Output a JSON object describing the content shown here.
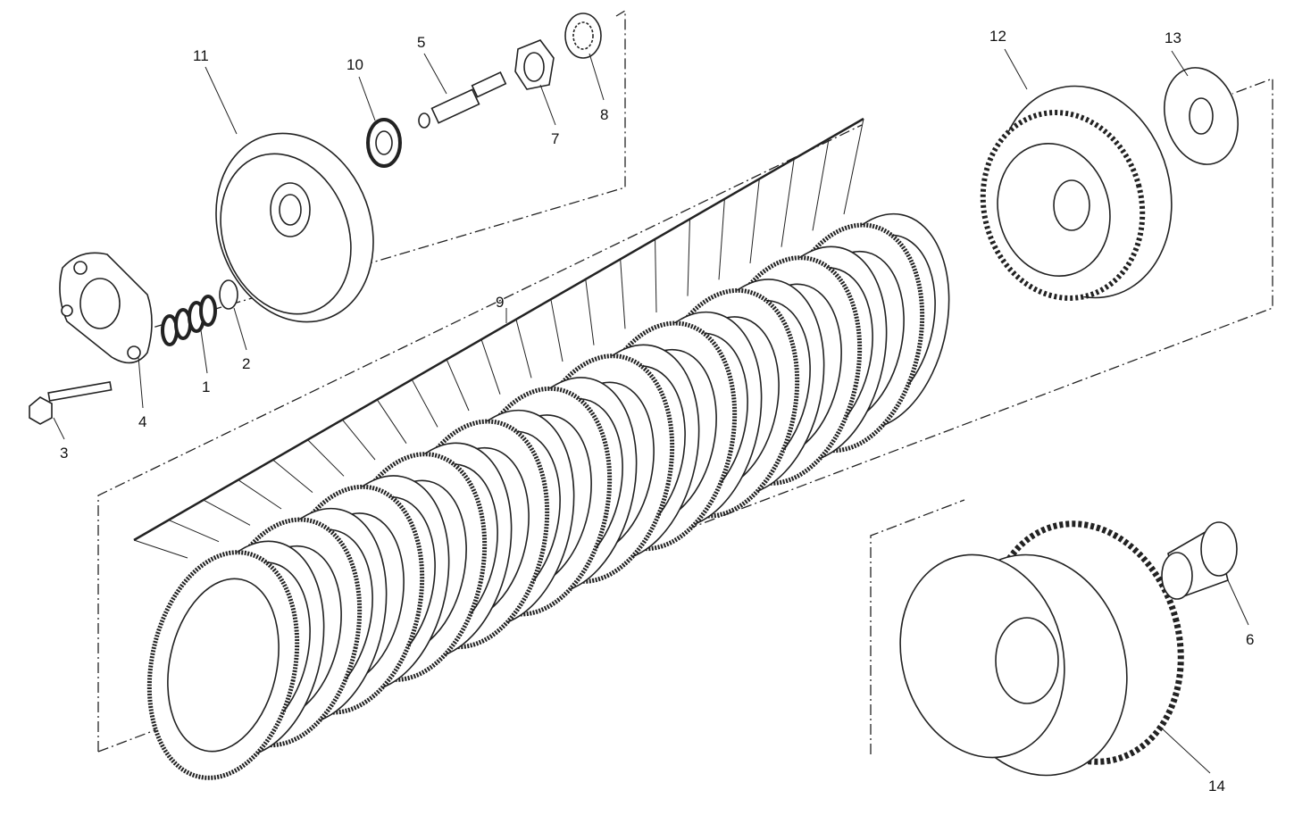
{
  "diagram": {
    "type": "exploded-parts-view",
    "callouts": {
      "p1": "1",
      "p2": "2",
      "p3": "3",
      "p4": "4",
      "p5": "5",
      "p6": "6",
      "p7": "7",
      "p8": "8",
      "p9": "9",
      "p10": "10",
      "p11": "11",
      "p12": "12",
      "p13": "13",
      "p14": "14"
    },
    "colors": {
      "ink": "#222222",
      "background": "#ffffff"
    }
  }
}
